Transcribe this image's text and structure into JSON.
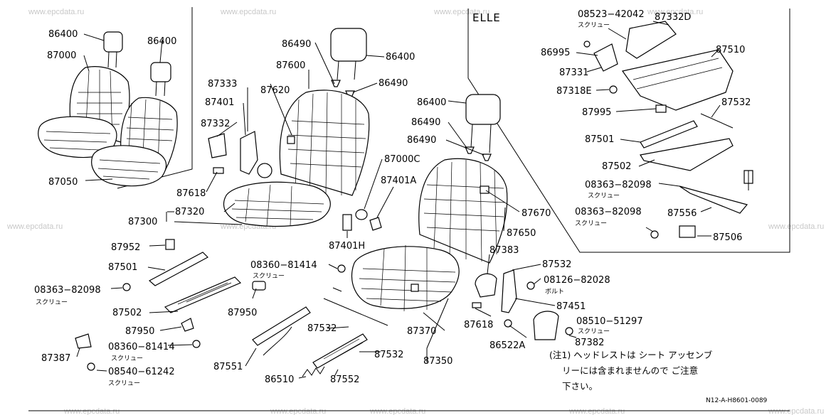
{
  "watermark": "www.epcdata.ru",
  "section_label": "ELLE",
  "diagram_code": "N12-A-H8601-0089",
  "note": {
    "line1": "(注1) ヘッドレストは シート アッセンブ",
    "line2": "リーには含まれませんので ご注意",
    "line3": "下さい。"
  },
  "labels": {
    "p86400_a": "86400",
    "p87000": "87000",
    "p86400_b": "86400",
    "p87050": "87050",
    "p87333": "87333",
    "p87401": "87401",
    "p87332": "87332",
    "p87618_a": "87618",
    "p86490_a": "86490",
    "p86400_c": "86400",
    "p87600": "87600",
    "p86490_b": "86490",
    "p87620": "87620",
    "p86400_d": "86400",
    "p86490_c": "86490",
    "p86490_d": "86490",
    "p87000C": "87000C",
    "p87401A": "87401A",
    "p87320": "87320",
    "p87300": "87300",
    "p87401H": "87401H",
    "p87670": "87670",
    "p87650": "87650",
    "p87952": "87952",
    "p87501_a": "87501",
    "p08363_a": "08363−82098",
    "p87502_a": "87502",
    "p87950_a": "87950",
    "p08360_a": "08360−81414",
    "p87387": "87387",
    "p08540": "08540−61242",
    "p08360_b": "08360−81414",
    "p87950_b": "87950",
    "p87551": "87551",
    "p87532_a": "87532",
    "p86510": "86510",
    "p87552": "87552",
    "p87532_b": "87532",
    "p87370": "87370",
    "p87350": "87350",
    "p87383": "87383",
    "p87532_c": "87532",
    "p08126": "08126−82028",
    "p87451": "87451",
    "p87618_b": "87618",
    "p86522A": "86522A",
    "p08510": "08510−51297",
    "p87382": "87382",
    "p08523": "08523−42042",
    "p87332D": "87332D",
    "p86995": "86995",
    "p87510": "87510",
    "p87331": "87331",
    "p87318E": "87318E",
    "p87995": "87995",
    "p87532_d": "87532",
    "p87501_b": "87501",
    "p87502_b": "87502",
    "p08363_b": "08363−82098",
    "p08363_c": "08363−82098",
    "p87556": "87556",
    "p87506": "87506"
  },
  "sublabels": {
    "screw_1": "スクリュー",
    "screw_2": "スクリュー",
    "screw_3": "スクリュー",
    "screw_4": "スクリュー",
    "screw_5": "スクリュー",
    "screw_6": "スクリュー",
    "screw_7": "スクリュー",
    "screw_8": "スクリュー",
    "bolt": "ボルト"
  }
}
